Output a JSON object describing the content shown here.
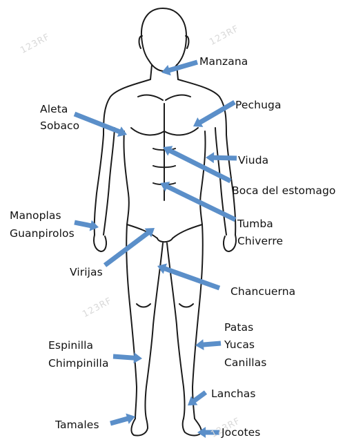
{
  "colors": {
    "arrow": "#5b8fc9",
    "outline": "#1a1a1a",
    "text": "#111111",
    "background": "#ffffff"
  },
  "labels": {
    "manzana": "Manzana",
    "aleta": "Aleta",
    "sobaco": "Sobaco",
    "pechuga": "Pechuga",
    "viuda": "Viuda",
    "boca_estomago": "Boca del estomago",
    "manoplas": "Manoplas",
    "guanpirolos": "Guanpirolos",
    "tumba": "Tumba",
    "chiverre": "Chiverre",
    "virijas": "Virijas",
    "chancuerna": "Chancuerna",
    "patas": "Patas",
    "yucas": "Yucas",
    "canillas": "Canillas",
    "espinilla": "Espinilla",
    "chimpinilla": "Chimpinilla",
    "lanchas": "Lanchas",
    "tamales": "Tamales",
    "jocotes": "Jocotes"
  },
  "watermark": {
    "text": "123RF"
  }
}
